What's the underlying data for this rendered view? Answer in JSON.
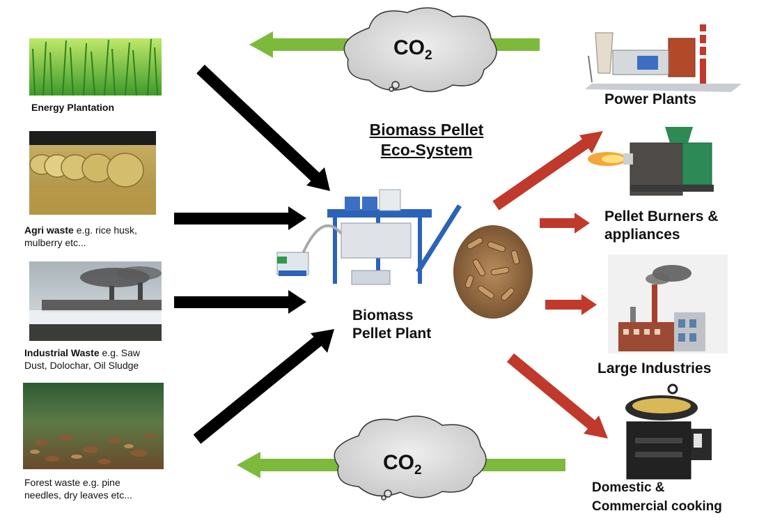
{
  "title": {
    "line1": "Biomass Pellet",
    "line2": "Eco-System"
  },
  "center": {
    "line1": "Biomass",
    "line2": "Pellet Plant"
  },
  "sources": [
    {
      "caption": "Energy Plantation"
    },
    {
      "bold": "Agri waste",
      "line1_rest": " e.g. rice husk,",
      "line2": "mulberry  etc..."
    },
    {
      "bold": "Industrial Waste",
      "line1_rest": " e.g. Saw",
      "line2": "Dust, Dolochar, Oil Sludge"
    },
    {
      "line1": "Forest waste e.g. pine",
      "line2": "needles,  dry leaves etc..."
    }
  ],
  "destinations": [
    {
      "line1": "Power Plants"
    },
    {
      "line1": "Pellet Burners &",
      "line2": "appliances"
    },
    {
      "line1": "Large Industries"
    },
    {
      "line1": "Domestic &",
      "line2": "Commercial cooking"
    }
  ],
  "co2": {
    "label": "CO",
    "subscript": "2"
  },
  "colors": {
    "input_arrow": "#000000",
    "output_arrow": "#c0392b",
    "co2_arrow": "#7dba3c",
    "cloud_fill": "#d8d8d8"
  }
}
